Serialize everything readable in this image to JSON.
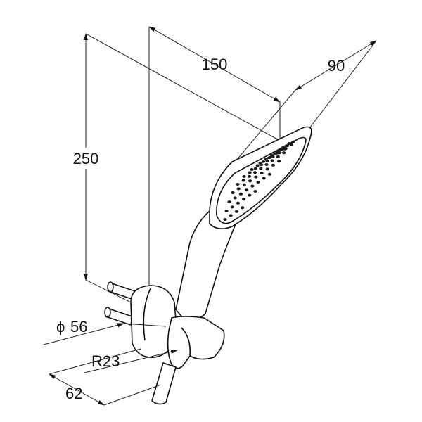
{
  "drawing": {
    "subject": "Hand shower with wall bracket — dimension drawing",
    "dimensions": {
      "height": "250",
      "length": "150",
      "head_width": "90",
      "bracket_diameter": "56",
      "diameter_symbol": "ϕ",
      "radius": "R23",
      "depth": "62"
    }
  }
}
